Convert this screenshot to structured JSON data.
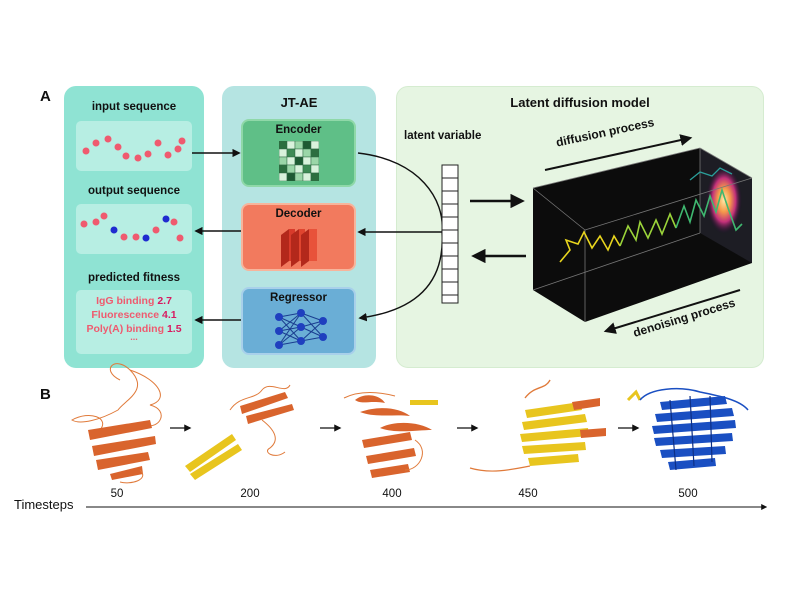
{
  "panel_a_label": "A",
  "panel_b_label": "B",
  "input_column": {
    "input_title": "input sequence",
    "output_title": "output sequence",
    "fitness_title": "predicted fitness",
    "fitness": [
      {
        "name": "IgG binding",
        "value": "2.7"
      },
      {
        "name": "Fluorescence",
        "value": "4.1"
      },
      {
        "name": "Poly(A) binding",
        "value": "1.5"
      }
    ],
    "ellipsis": "..."
  },
  "jtae": {
    "title": "JT-AE",
    "encoder": "Encoder",
    "decoder": "Decoder",
    "regressor": "Regressor"
  },
  "latent": {
    "title": "Latent diffusion model",
    "variable_label": "latent variable",
    "diffusion_label": "diffusion process",
    "denoising_label": "denoising process"
  },
  "timeline": {
    "axis_label": "Timesteps",
    "ticks": [
      "50",
      "200",
      "400",
      "450",
      "500"
    ]
  },
  "colors": {
    "left_panel": "#8fe3d3",
    "middle_panel": "#b5e4e2",
    "right_panel": "#e6f5e2",
    "encoder": "#5fbf87",
    "decoder": "#f27a5e",
    "regressor": "#6aaed6",
    "protein_orange": "#e07a3a",
    "protein_yellow": "#e8c51e",
    "protein_blue": "#1a4fc2"
  }
}
